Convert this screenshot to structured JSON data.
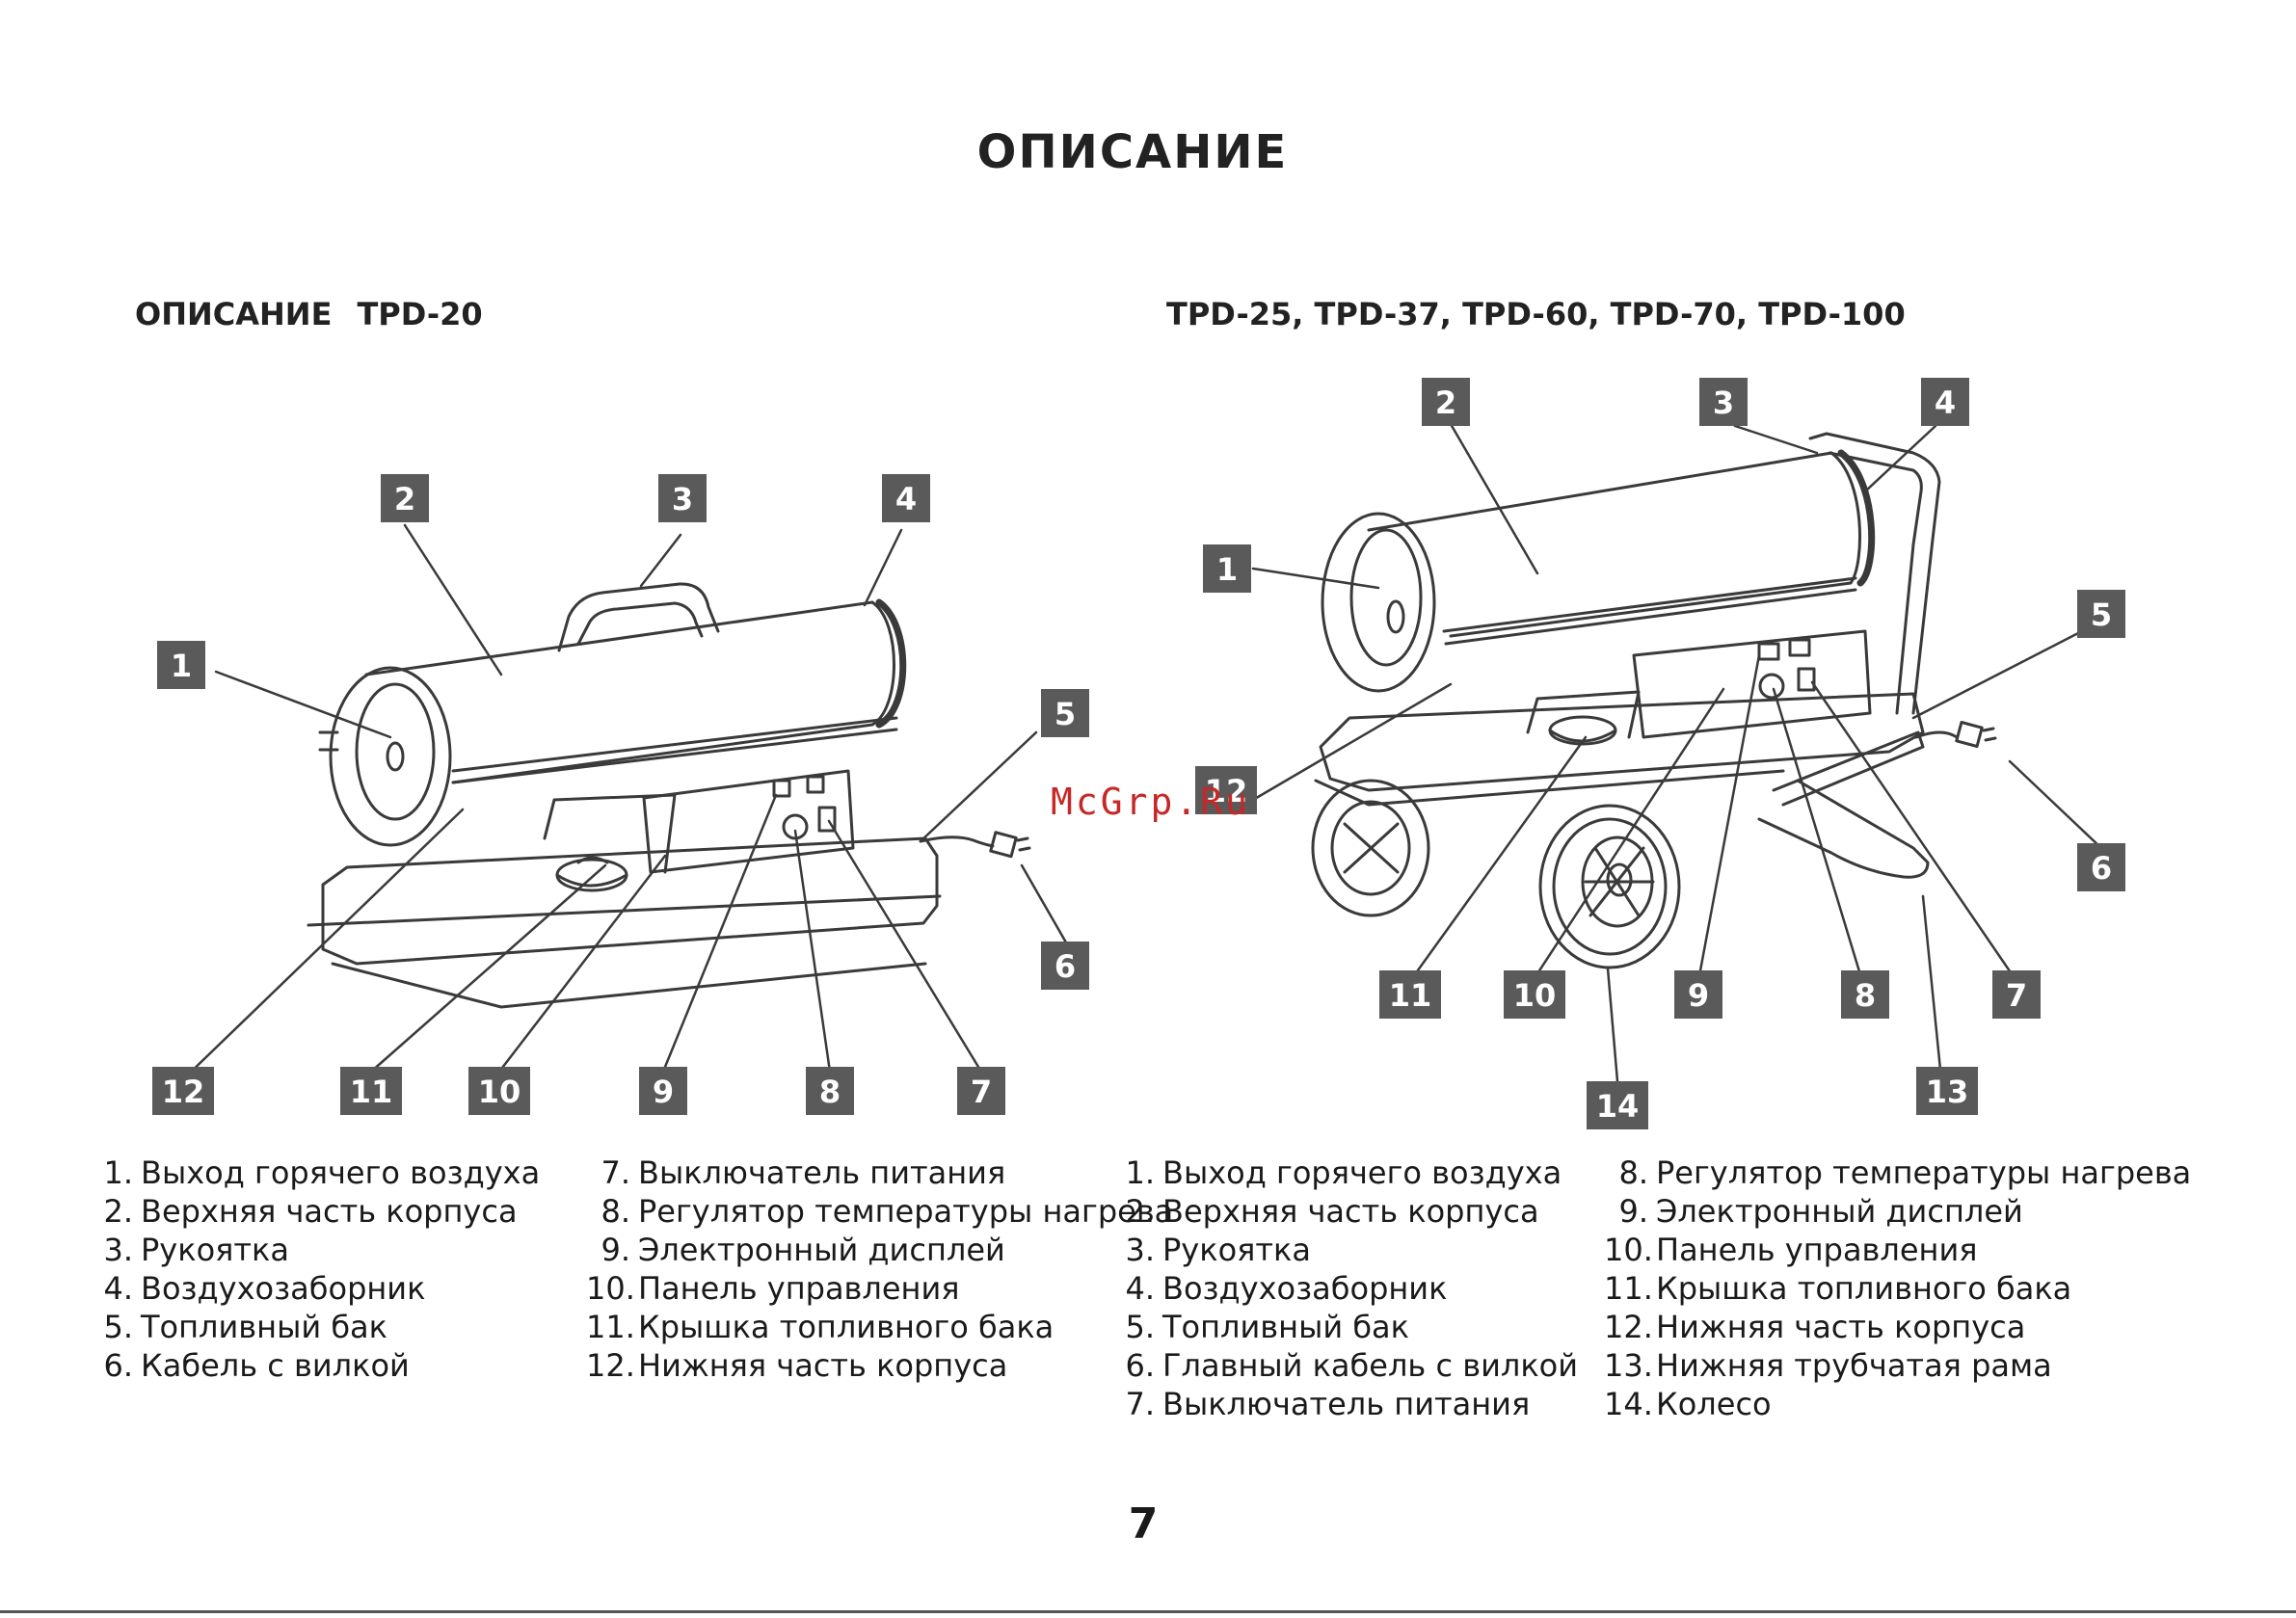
{
  "page": {
    "title": "ОПИСАНИЕ",
    "page_number": "7",
    "watermark": "McGrp.Ru"
  },
  "left_model": {
    "heading_prefix": "ОПИСАНИЕ",
    "heading_model": "TPD-20",
    "callouts": [
      "1",
      "2",
      "3",
      "4",
      "5",
      "6",
      "7",
      "8",
      "9",
      "10",
      "11",
      "12"
    ],
    "parts_col1": [
      {
        "num": "1.",
        "text": "Выход горячего воздуха"
      },
      {
        "num": "2.",
        "text": "Верхняя часть корпуса"
      },
      {
        "num": "3.",
        "text": "Рукоятка"
      },
      {
        "num": "4.",
        "text": "Воздухозаборник"
      },
      {
        "num": "5.",
        "text": "Топливный бак"
      },
      {
        "num": "6.",
        "text": "Кабель с вилкой"
      }
    ],
    "parts_col2": [
      {
        "num": "7.",
        "text": "Выключатель питания"
      },
      {
        "num": "8.",
        "text": "Регулятор температуры нагрева"
      },
      {
        "num": "9.",
        "text": "Электронный дисплей"
      },
      {
        "num": "10.",
        "text": "Панель управления"
      },
      {
        "num": "11.",
        "text": "Крышка топливного бака"
      },
      {
        "num": "12.",
        "text": "Нижняя часть корпуса"
      }
    ]
  },
  "right_model": {
    "heading": "TPD-25, TPD-37, TPD-60, TPD-70, TPD-100",
    "callouts": [
      "1",
      "2",
      "3",
      "4",
      "5",
      "6",
      "7",
      "8",
      "9",
      "10",
      "11",
      "12",
      "13",
      "14"
    ],
    "parts_col1": [
      {
        "num": "1.",
        "text": "Выход горячего воздуха"
      },
      {
        "num": "2.",
        "text": "Верхняя часть корпуса"
      },
      {
        "num": "3.",
        "text": "Рукоятка"
      },
      {
        "num": "4.",
        "text": "Воздухозаборник"
      },
      {
        "num": "5.",
        "text": "Топливный бак"
      },
      {
        "num": "6.",
        "text": "Главный кабель с вилкой"
      },
      {
        "num": "7.",
        "text": "Выключатель питания"
      }
    ],
    "parts_col2": [
      {
        "num": "8.",
        "text": "Регулятор температуры нагрева"
      },
      {
        "num": "9.",
        "text": "Электронный дисплей"
      },
      {
        "num": "10.",
        "text": "Панель управления"
      },
      {
        "num": "11.",
        "text": "Крышка топливного бака"
      },
      {
        "num": "12.",
        "text": "Нижняя часть корпуса"
      },
      {
        "num": "13.",
        "text": "Нижняя трубчатая рама"
      },
      {
        "num": "14.",
        "text": "Колесо"
      }
    ]
  }
}
